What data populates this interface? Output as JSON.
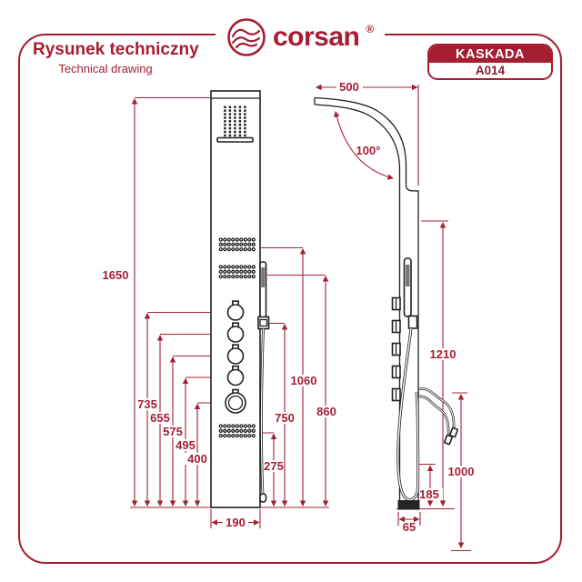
{
  "colors": {
    "accent": "#a51e32",
    "dimension_red": "#a32036",
    "drawing_line": "#1f1f1f"
  },
  "header": {
    "title": "Rysunek techniczny",
    "subtitle": "Technical drawing",
    "logo_text": "corsan",
    "logo_registered": "®",
    "badge_model": "KASKADA",
    "badge_code": "A014"
  },
  "dimensions": {
    "front": {
      "total_height": "1650",
      "mixer_top": "735",
      "mixer_2": "655",
      "mixer_3": "575",
      "mixer_4": "495",
      "diverter": "400",
      "panel_width": "190",
      "lower_jets": "275",
      "hand_shower_bracket": "750",
      "mid_jets": "860",
      "upper_jets": "1060"
    },
    "side": {
      "arm_reach": "500",
      "arm_angle": "100°",
      "shower_head_height": "1210",
      "connection_height": "1000",
      "hose_clearance": "185",
      "panel_depth": "65"
    }
  }
}
